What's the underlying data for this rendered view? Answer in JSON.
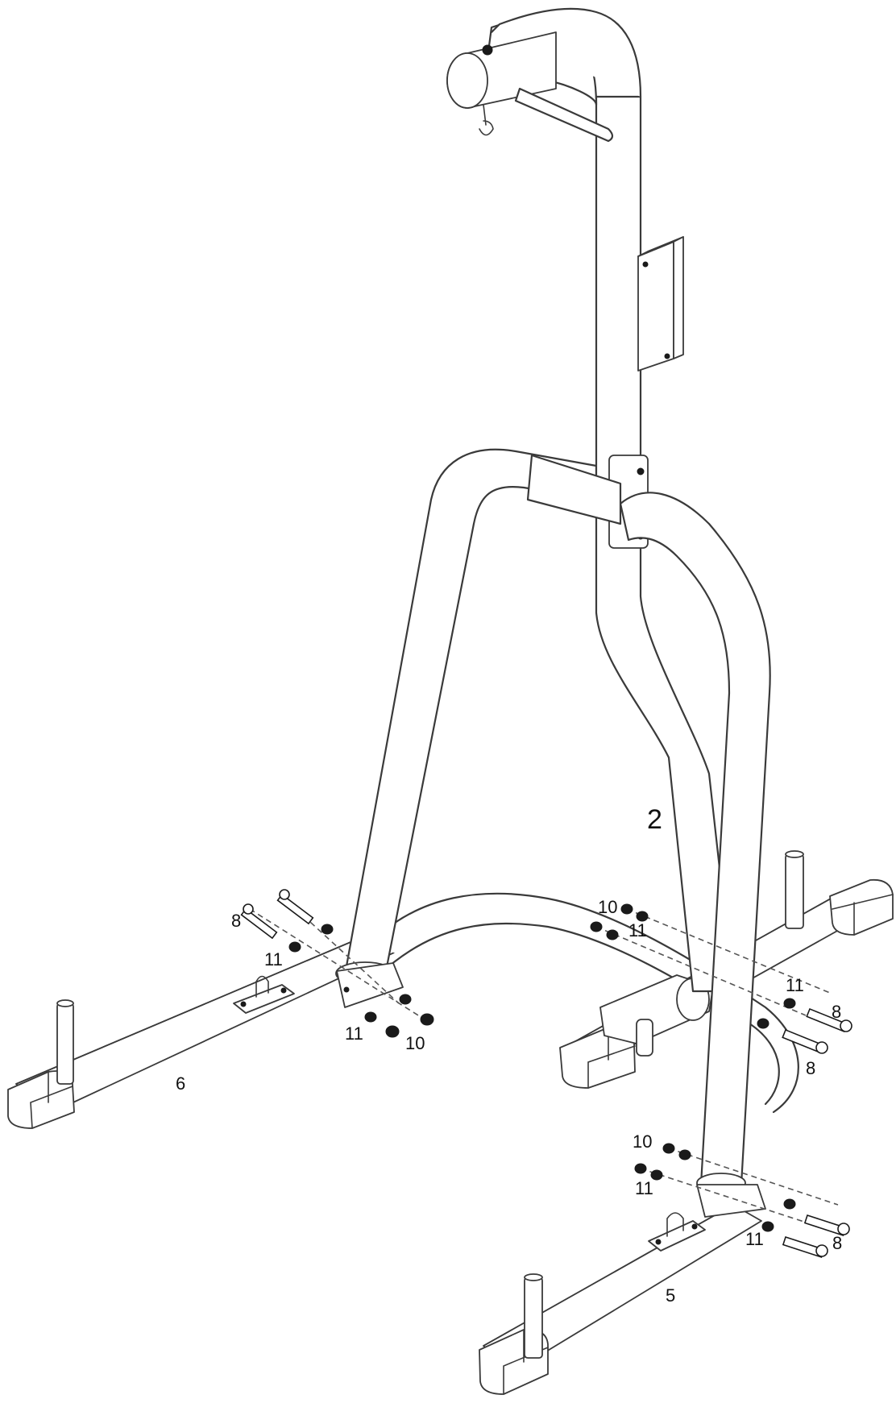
{
  "labels": {
    "main_frame": "2",
    "right_base": "5",
    "left_base": "6",
    "bolt": "8",
    "nut": "10",
    "washer": "11"
  }
}
